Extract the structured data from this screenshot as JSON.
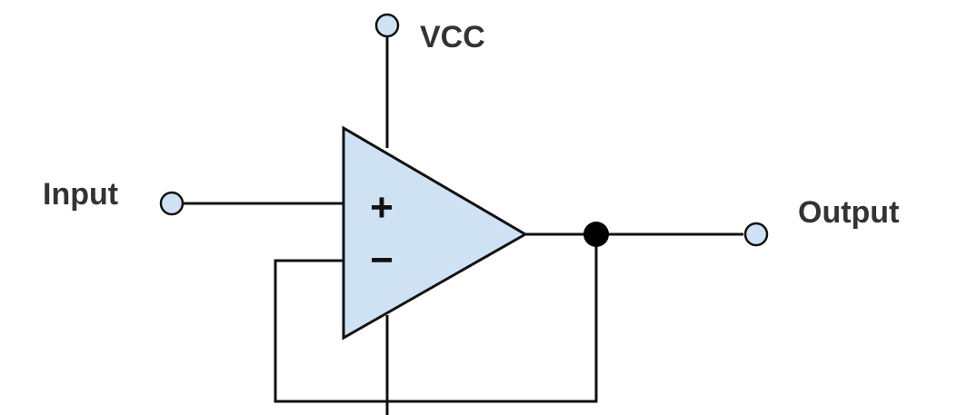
{
  "labels": {
    "vcc": "VCC",
    "input": "Input",
    "output": "Output",
    "plus": "+",
    "minus": "−"
  },
  "colors": {
    "opamp_fill": "#cfe2f3",
    "terminal_fill": "#cfe2f3",
    "wire": "#111111",
    "junction": "#000000",
    "label_text": "#333333"
  }
}
